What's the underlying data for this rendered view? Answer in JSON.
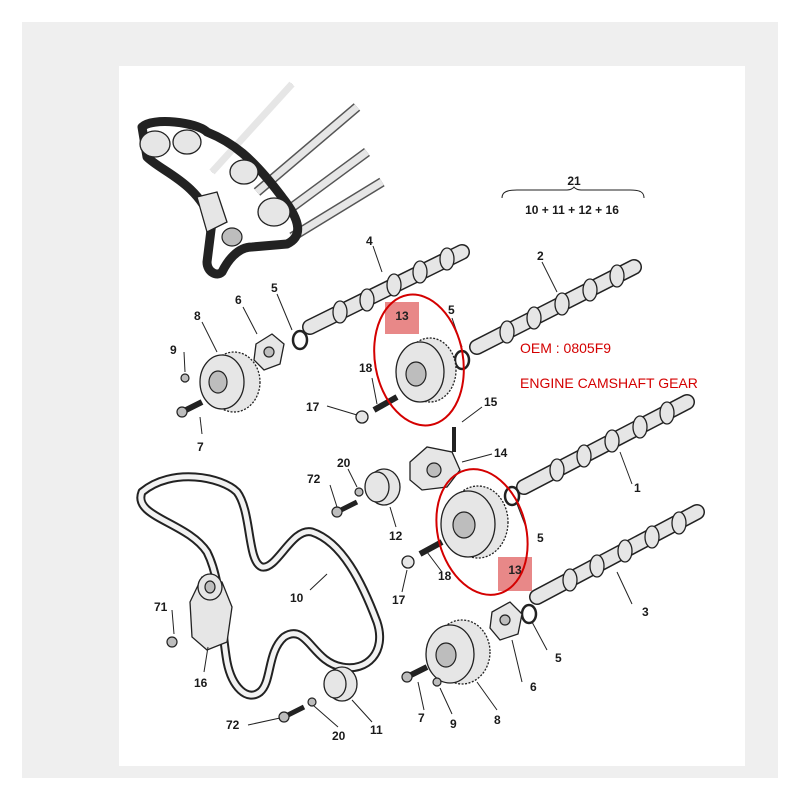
{
  "formula": {
    "total": "21",
    "parts": "10 + 11 + 12 + 16"
  },
  "annotation": {
    "oem": "OEM : 0805F9",
    "title": "ENGINE CAMSHAFT GEAR",
    "color": "#d40000"
  },
  "highlight": {
    "label": "13",
    "color": "#e88888"
  },
  "callouts": {
    "c4": "4",
    "c2": "2",
    "c6": "6",
    "c5a": "5",
    "c8a": "8",
    "c5b": "5",
    "c9a": "9",
    "c18a": "18",
    "c17a": "17",
    "c15": "15",
    "c7a": "7",
    "c14": "14",
    "c20a": "20",
    "c72a": "72",
    "c1": "1",
    "c5c": "5",
    "c12": "12",
    "c18b": "18",
    "c17b": "17",
    "c10": "10",
    "c3": "3",
    "c71": "71",
    "c5d": "5",
    "c16": "16",
    "c6b": "6",
    "c7b": "7",
    "c9b": "9",
    "c8b": "8",
    "c72b": "72",
    "c20b": "20",
    "c11": "11"
  }
}
